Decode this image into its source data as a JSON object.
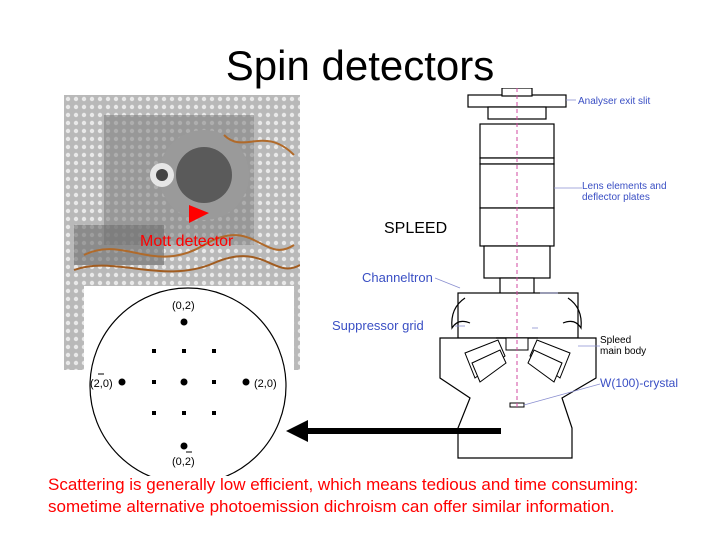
{
  "slide": {
    "title": "Spin detectors",
    "photo_label": "Mott detector",
    "diagram_title": "SPLEED",
    "caption_line1": "Scattering is generally low efficient, which means tedious and time consuming:",
    "caption_line2": "sometime alternative photoemission dichroism can offer similar information."
  },
  "leed": {
    "top": "(0,2)",
    "left": "(2,0)",
    "right": "(2,0)",
    "bottom": "(0,2)"
  },
  "diagram": {
    "exit_slit": "Analyser exit slit",
    "lens_line1": "Lens elements and",
    "lens_line2": "deflector plates",
    "channeltron": "Channeltron",
    "suppressor": "Suppressor grid",
    "body_line1": "Spleed",
    "body_line2": "main body",
    "crystal": "W(100)-crystal"
  },
  "colors": {
    "title": "#000000",
    "caption": "#ff0000",
    "label_blue": "#3a4fc4",
    "arrow": "#000000"
  }
}
